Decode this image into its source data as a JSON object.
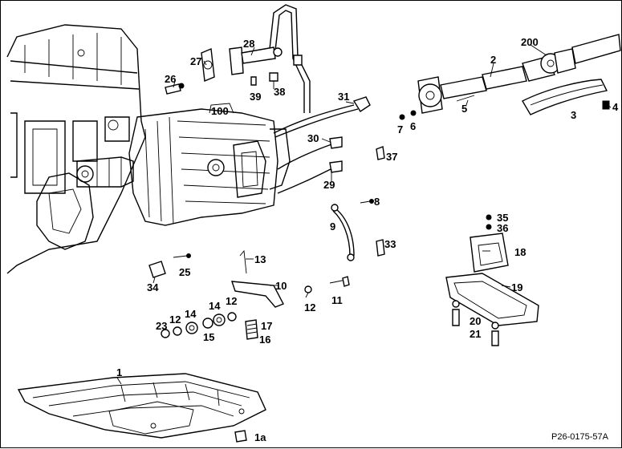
{
  "diagram": {
    "reference_code": "P26-0175-57A",
    "labels": {
      "l1": "1",
      "l1a": "1a",
      "l2": "2",
      "l3": "3",
      "l4": "4",
      "l5": "5",
      "l6": "6",
      "l7": "7",
      "l8": "8",
      "l9": "9",
      "l10": "10",
      "l11": "11",
      "l12a": "12",
      "l12b": "12",
      "l12c": "12",
      "l13": "13",
      "l14a": "14",
      "l14b": "14",
      "l15": "15",
      "l16": "16",
      "l17": "17",
      "l18": "18",
      "l19": "19",
      "l20": "20",
      "l21": "21",
      "l23": "23",
      "l25": "25",
      "l26": "26",
      "l27": "27",
      "l28": "28",
      "l29": "29",
      "l30": "30",
      "l31": "31",
      "l33": "33",
      "l34": "34",
      "l35": "35",
      "l36": "36",
      "l37": "37",
      "l38": "38",
      "l39": "39",
      "l100": "100",
      "l200": "200"
    }
  }
}
